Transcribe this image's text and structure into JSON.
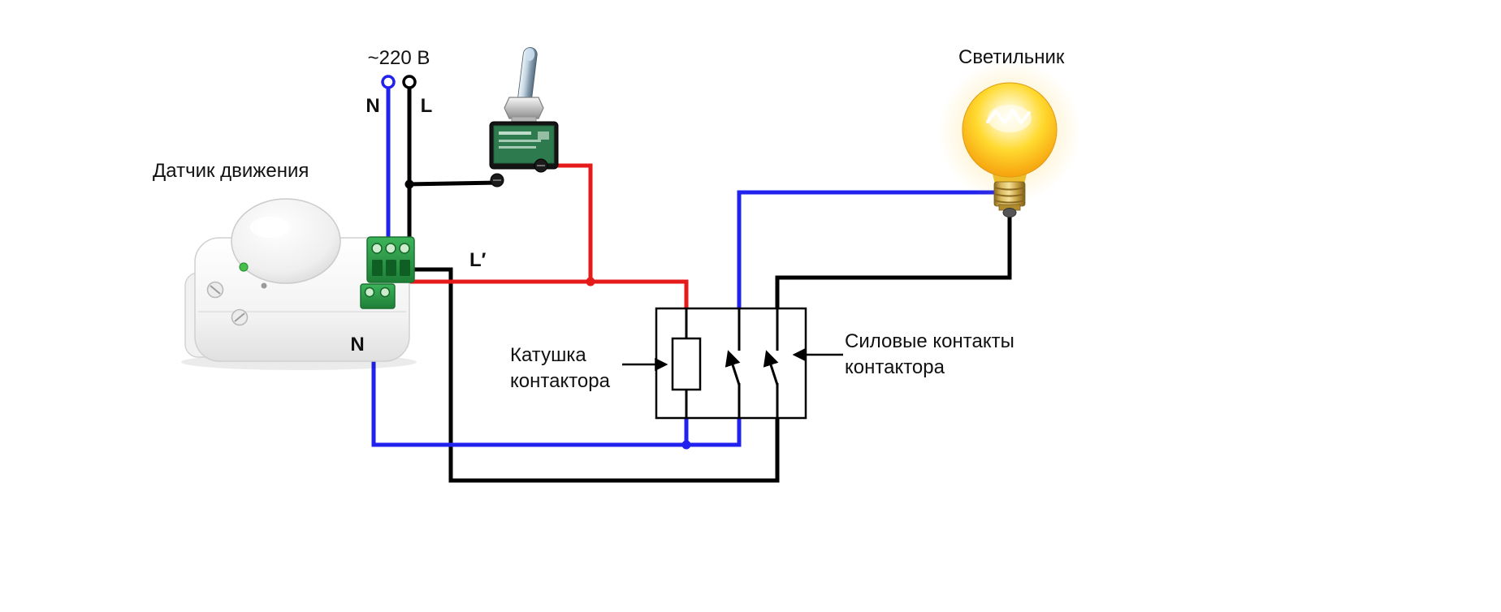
{
  "labels": {
    "source_voltage": "~220 В",
    "terminal_n": "N",
    "terminal_l": "L",
    "motion_sensor": "Датчик движения",
    "lamp": "Светильник",
    "switched_phase": "L′",
    "neutral_mid": "N",
    "coil_line1": "Катушка",
    "coil_line2": "контактора",
    "contacts_line1": "Силовые контакты",
    "contacts_line2": "контактора"
  },
  "colors": {
    "neutral_wire": "#2222ee",
    "phase_wire": "#000000",
    "switched_phase_wire": "#e51a1a"
  }
}
